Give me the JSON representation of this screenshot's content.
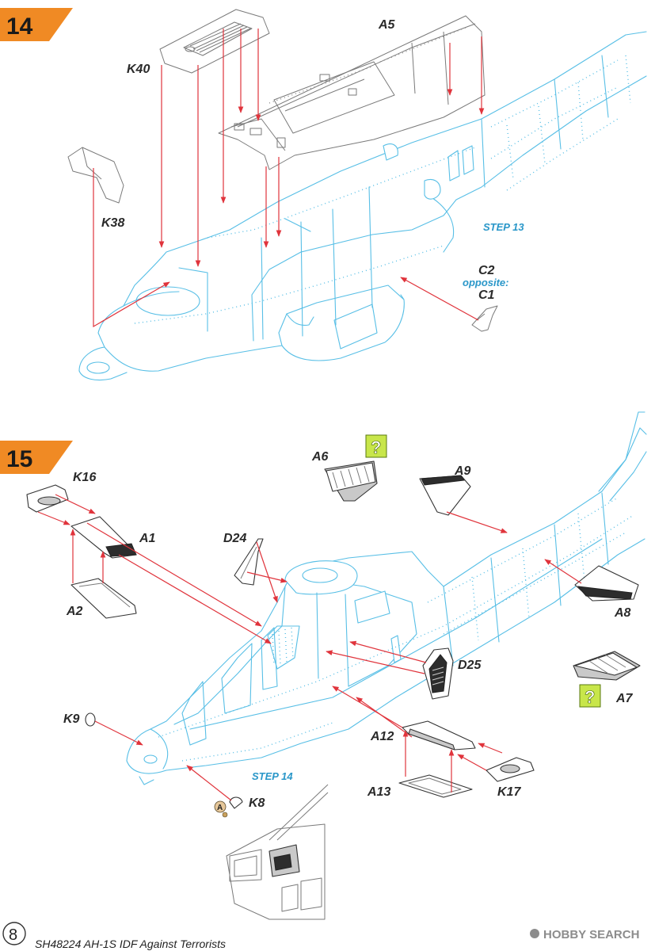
{
  "steps": [
    {
      "number": "14",
      "reference": "STEP 13",
      "parts": [
        "A5",
        "K40",
        "K38",
        "C2",
        "opposite:",
        "C1"
      ]
    },
    {
      "number": "15",
      "reference": "STEP 14",
      "parts": [
        "K16",
        "A6",
        "A9",
        "A1",
        "D24",
        "A2",
        "A8",
        "D25",
        "A7",
        "K9",
        "A12",
        "A13",
        "K17",
        "K8"
      ],
      "attention_mark": "?",
      "paint_callout": "A"
    }
  ],
  "footer": {
    "page_number": "8",
    "title": "SH48224 AH-1S IDF Against Terrorists",
    "watermark": "HOBBY SEARCH"
  },
  "colors": {
    "step_badge": "#f08a24",
    "model_outline": "#58bfe6",
    "arrow": "#e0343c",
    "attention_badge": "#c8e64a"
  }
}
